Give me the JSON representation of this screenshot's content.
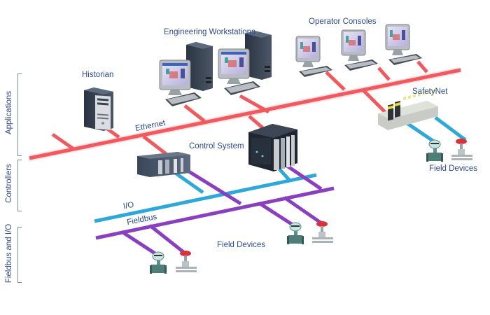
{
  "layers": [
    {
      "id": "applications",
      "label": "Applications"
    },
    {
      "id": "controllers",
      "label": "Controllers"
    },
    {
      "id": "fieldbus-io",
      "label": "Fieldbus and I/O"
    }
  ],
  "nodes": {
    "historian": "Historian",
    "engineering_workstations": "Engineering Workstations",
    "operator_consoles": "Operator Consoles",
    "safetynet": "SafetyNet",
    "control_system": "Control System",
    "field_devices_right": "Field Devices",
    "field_devices_bottom": "Field Devices"
  },
  "networks": {
    "ethernet": {
      "label": "Ethernet",
      "color": "#f05a5f"
    },
    "io": {
      "label": "I/O",
      "color": "#2ea8d8"
    },
    "fieldbus": {
      "label": "Fieldbus",
      "color": "#8a3fbf"
    }
  },
  "colors": {
    "label_text": "#2e4a8c",
    "bracket": "#7b8aa8",
    "valve_red": "#d8333a"
  }
}
